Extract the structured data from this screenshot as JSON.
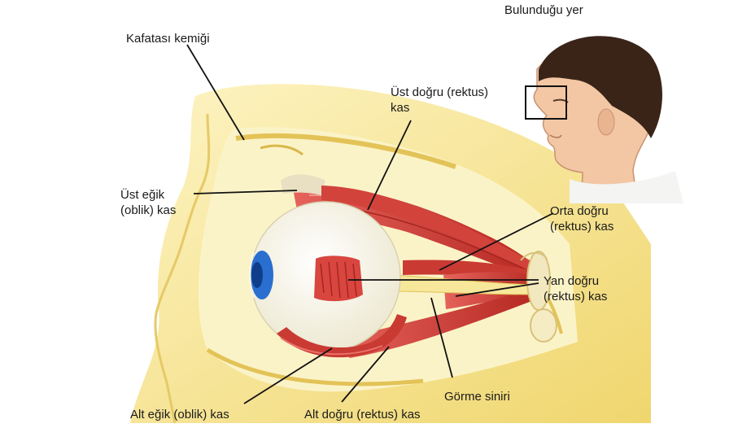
{
  "inset": {
    "title": "Bulunduğu yer"
  },
  "labels": {
    "skull_bone": "Kafatası kemiği",
    "superior_rectus_line1": "Üst doğru (rektus)",
    "superior_rectus_line2": "kas",
    "superior_oblique_line1": "Üst eğik",
    "superior_oblique_line2": "(oblik) kas",
    "medial_rectus_line1": "Orta doğru",
    "medial_rectus_line2": "(rektus) kas",
    "lateral_rectus_line1": "Yan doğru",
    "lateral_rectus_line2": "(rektus) kas",
    "optic_nerve": "Görme siniri",
    "inferior_oblique": "Alt eğik (oblik) kas",
    "inferior_rectus": "Alt doğru (rektus) kas"
  },
  "colors": {
    "bone": "#f2dc7e",
    "bone_light": "#fbf0b4",
    "muscle": "#c8312c",
    "muscle_light": "#e8736a",
    "eyeball": "#fbfaf2",
    "iris": "#2a6fd0",
    "skin": "#f3c7a4",
    "hair": "#3a2418"
  }
}
